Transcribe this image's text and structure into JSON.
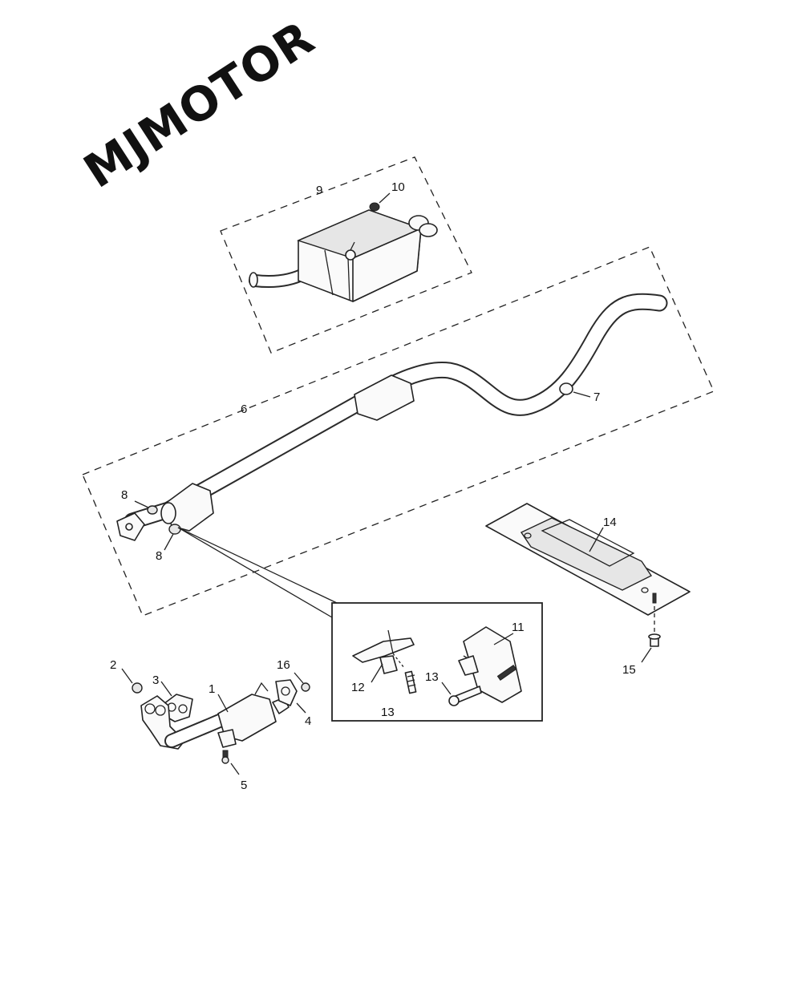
{
  "brand": {
    "logo_text": "MJMOTOR"
  },
  "callouts": {
    "c1": "1",
    "c2": "2",
    "c3": "3",
    "c4": "4",
    "c5": "5",
    "c6": "6",
    "c7": "7",
    "c8a": "8",
    "c8b": "8",
    "c9": "9",
    "c10": "10",
    "c11": "11",
    "c12": "12",
    "c13a": "13",
    "c13b": "13",
    "c14": "14",
    "c15": "15",
    "c16": "16"
  },
  "icons": [
    "muffler-icon",
    "exhaust-pipe-icon",
    "catalytic-converter-icon",
    "heat-shield-icon",
    "hanger-bracket-icon",
    "bolt-icon",
    "nut-icon",
    "gasket-icon"
  ]
}
